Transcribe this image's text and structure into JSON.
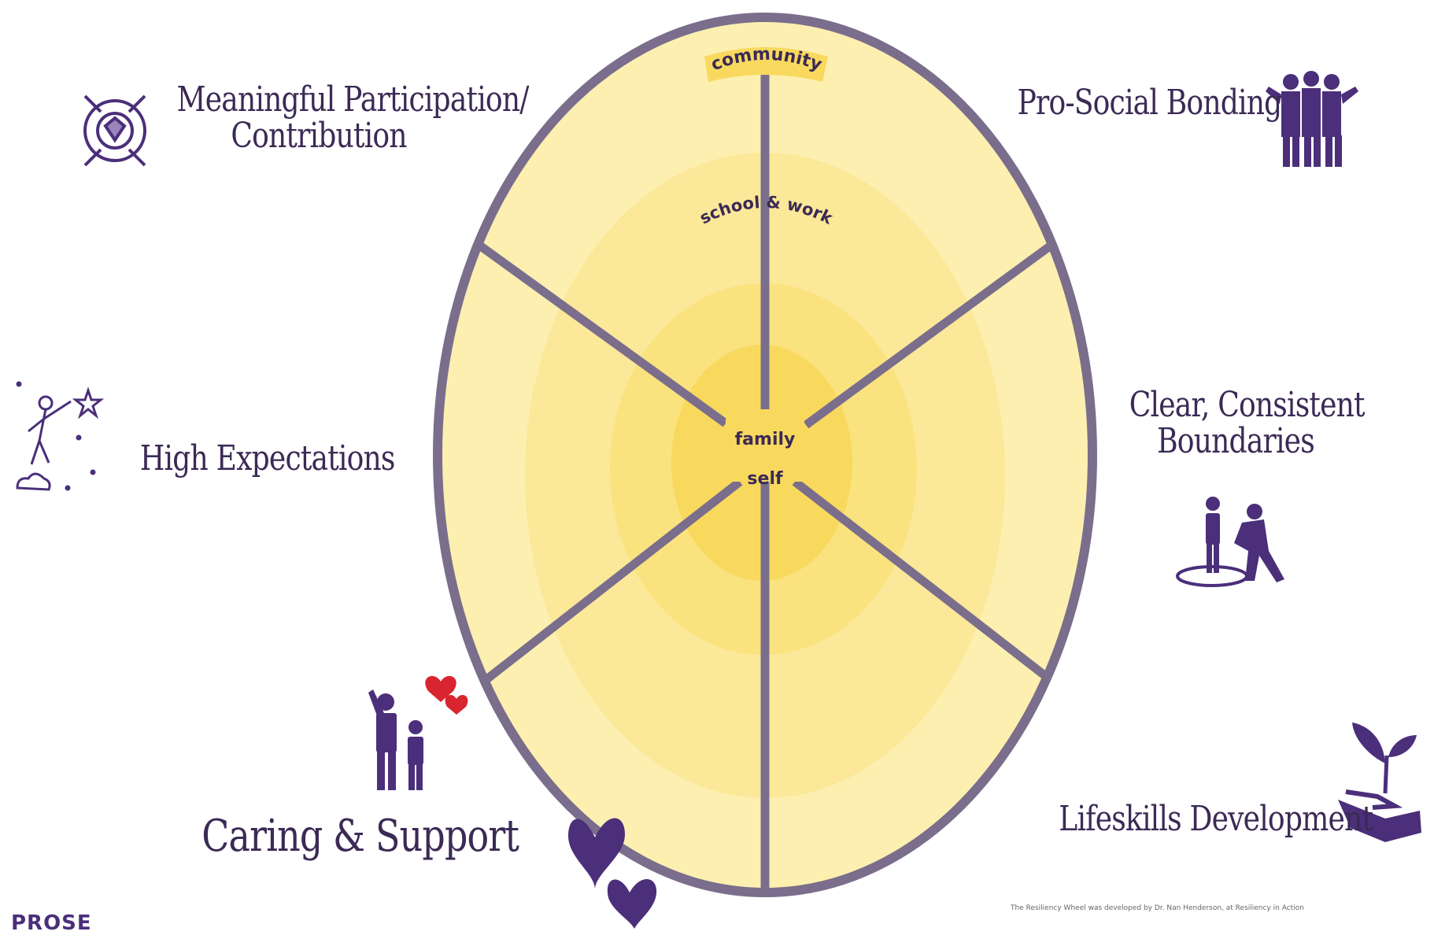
{
  "wheel": {
    "ring_labels": {
      "community": "community",
      "school_work": "school & work",
      "family": "family",
      "self": "self"
    },
    "colors": {
      "outer": "#fcefb0",
      "middle": "#fbe898",
      "inner": "#fae27e",
      "core": "#f8d95e",
      "rim": "#7a6e8c",
      "accent": "#4b2f7a"
    }
  },
  "factors": {
    "meaningful_participation": {
      "line1": "Meaningful Participation/",
      "line2": "Contribution"
    },
    "pro_social_bonding": {
      "line1": "Pro-Social Bonding"
    },
    "high_expectations": {
      "line1": "High Expectations"
    },
    "clear_boundaries": {
      "line1": "Clear, Consistent",
      "line2": "Boundaries"
    },
    "caring_support": {
      "line1": "Caring & Support"
    },
    "lifeskills": {
      "line1": "Lifeskills Development"
    }
  },
  "footnote": "The Resiliency Wheel was developed by Dr. Nan Henderson, at Resiliency in Action",
  "brand": "PROSE",
  "icons": {
    "participation": "hands-circle-icon",
    "bonding": "group-hug-icon",
    "expectations": "reach-for-stars-icon",
    "boundaries": "parent-child-boundary-icon",
    "caring": "family-hearts-icon",
    "lifeskills": "hand-sprout-icon",
    "hearts": "purple-hearts-icon"
  }
}
